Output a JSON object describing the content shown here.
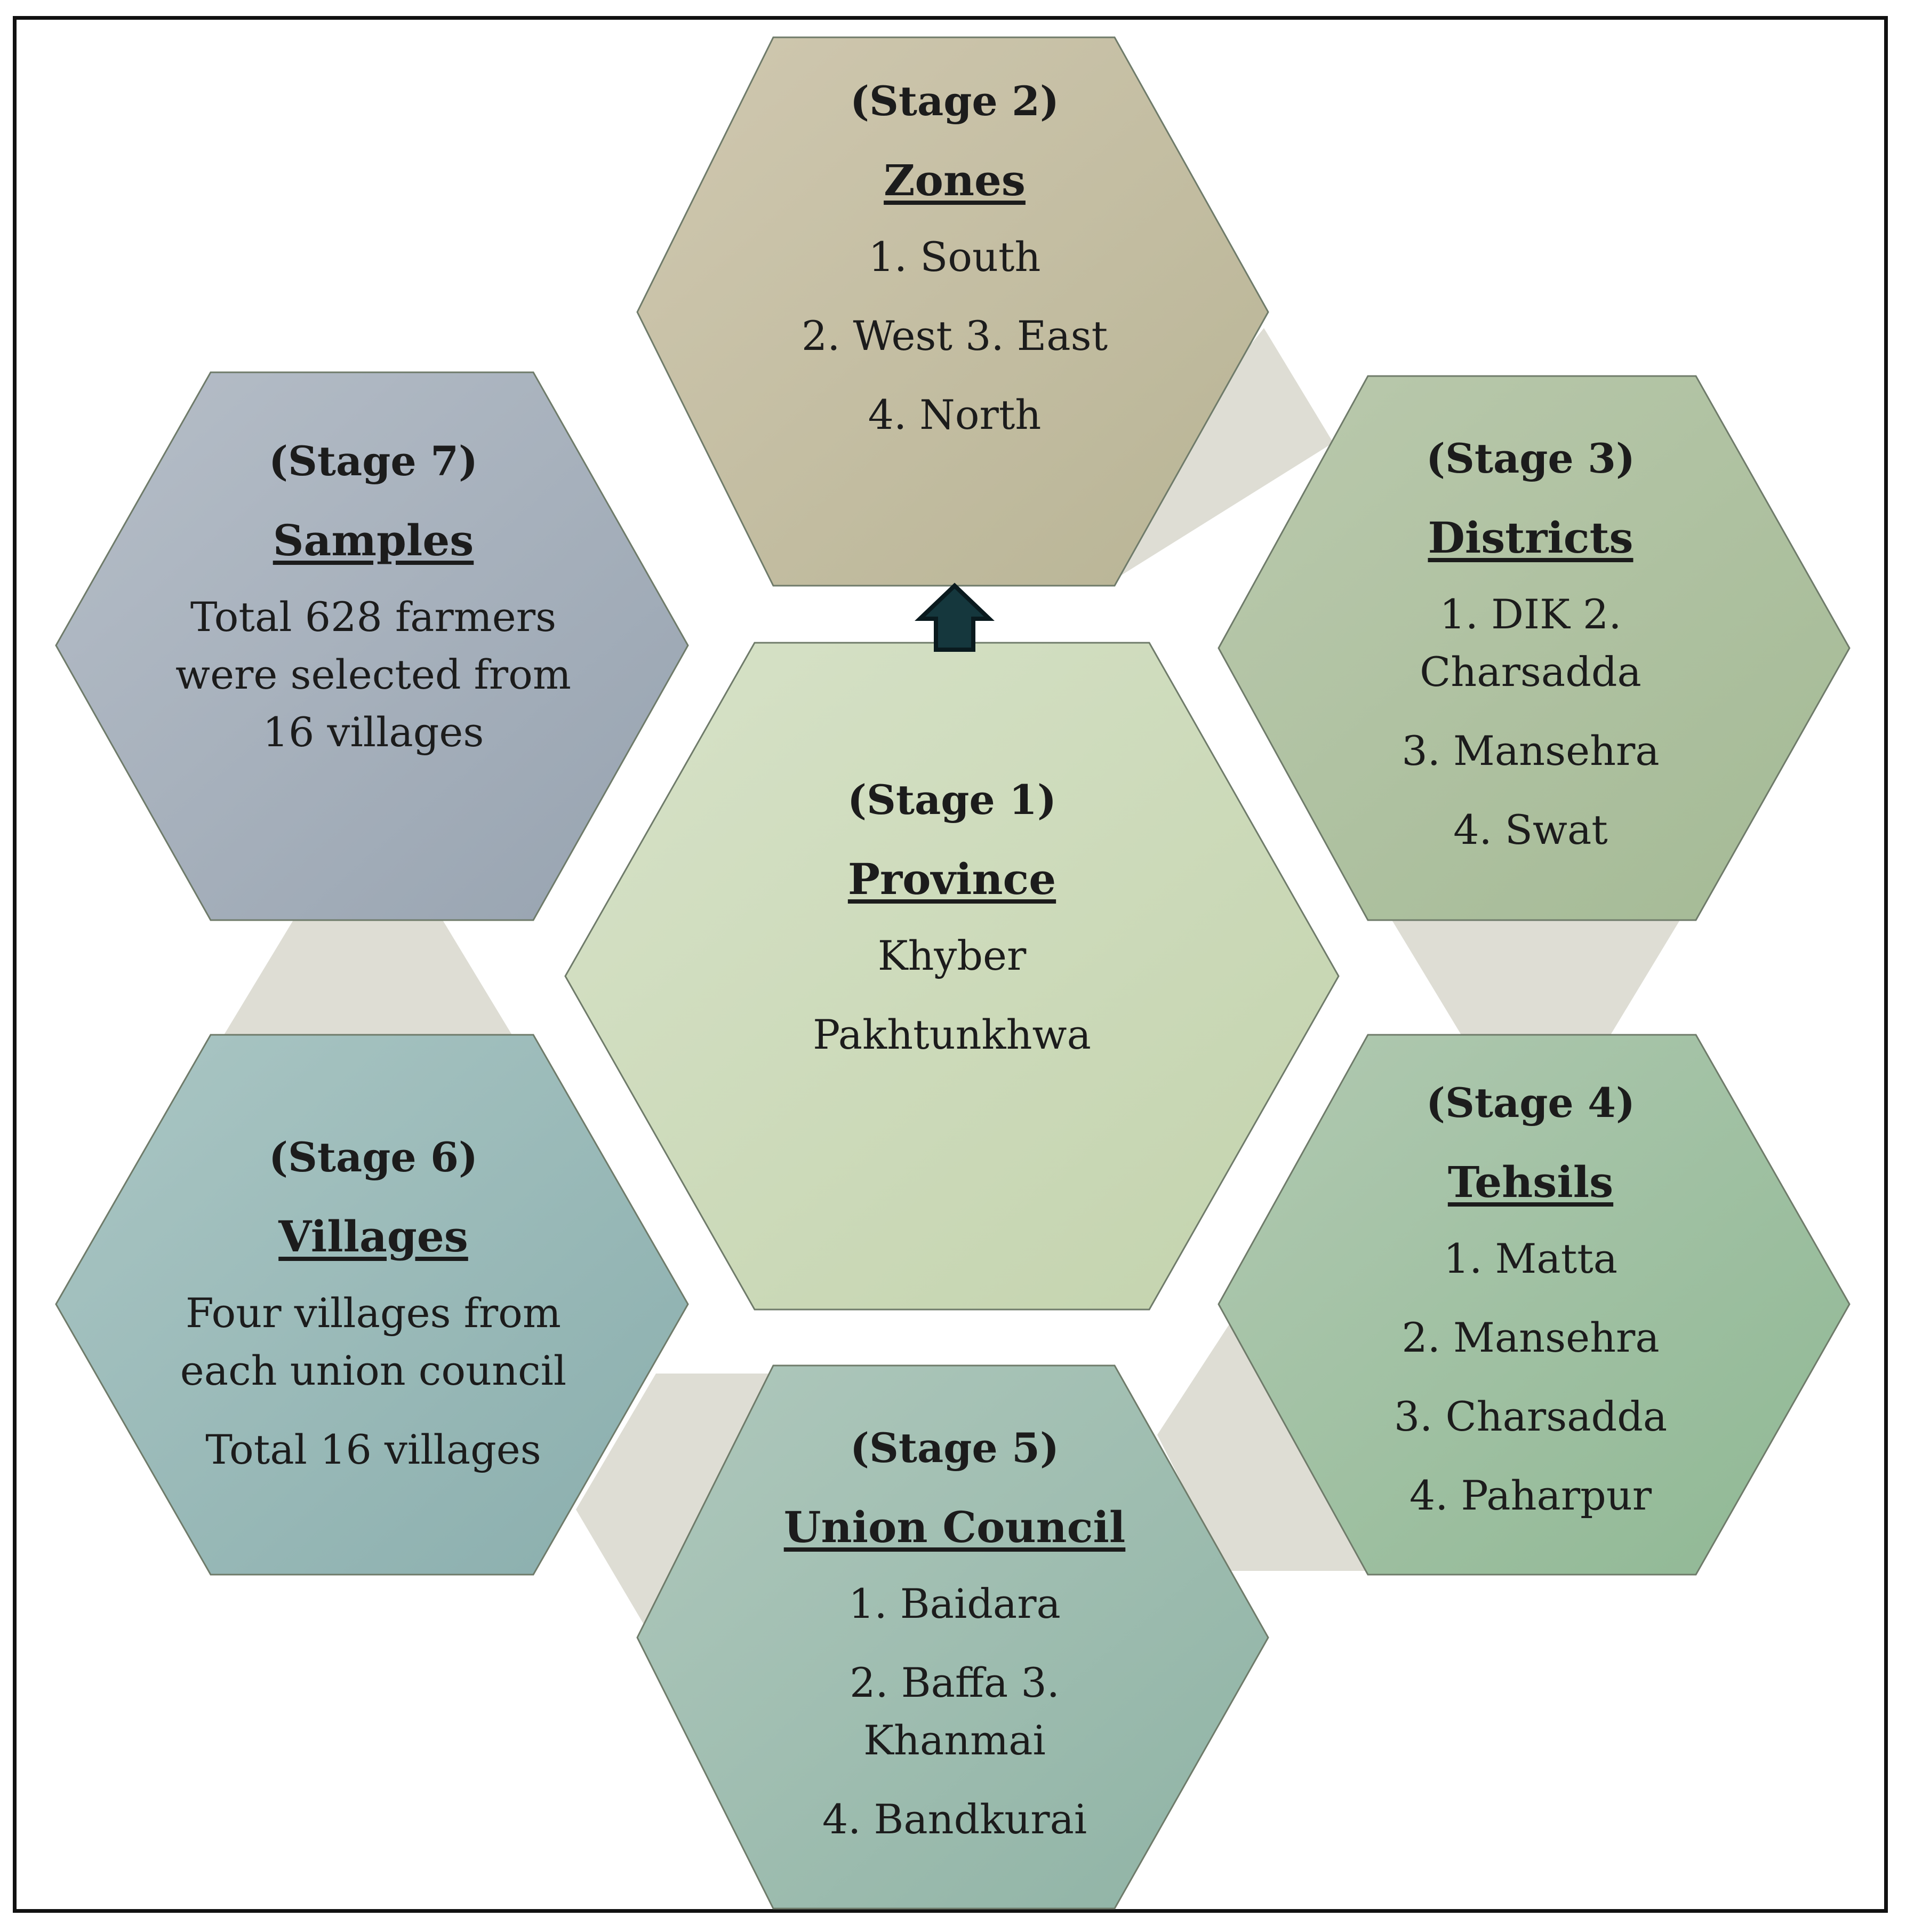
{
  "colors": {
    "connector": "#deddd4",
    "arrow": "#15373d",
    "border": "#111111",
    "text": "#1c1c1c"
  },
  "stages": [
    {
      "id": "stage-1",
      "stage_label": "(Stage 1)",
      "heading": "Province",
      "lines": [
        "Khyber",
        "Pakhtunkhwa"
      ],
      "fill_start": "#d7e2c8",
      "fill_end": "#c3d3ad"
    },
    {
      "id": "stage-2",
      "stage_label": "(Stage 2)",
      "heading": "Zones",
      "lines": [
        "1. South",
        "2. West 3. East",
        "4. North"
      ],
      "fill_start": "#d0c8b0",
      "fill_end": "#b8b495"
    },
    {
      "id": "stage-3",
      "stage_label": "(Stage 3)",
      "heading": "Districts",
      "lines": [
        "1. DIK 2.\nCharsadda",
        "3. Mansehra",
        "4. Swat"
      ],
      "fill_start": "#bac9ad",
      "fill_end": "#a4ba95"
    },
    {
      "id": "stage-4",
      "stage_label": "(Stage 4)",
      "heading": "Tehsils",
      "lines": [
        "1. Matta",
        "2. Mansehra",
        "3. Charsadda",
        "4. Paharpur"
      ],
      "fill_start": "#b1c9b1",
      "fill_end": "#8fb894"
    },
    {
      "id": "stage-5",
      "stage_label": "(Stage 5)",
      "heading": "Union Council",
      "lines": [
        "1. Baidara",
        "2. Baffa  3.\nKhanmai",
        "4. Bandkurai"
      ],
      "fill_start": "#afc8bc",
      "fill_end": "#8fb3a5"
    },
    {
      "id": "stage-6",
      "stage_label": "(Stage 6)",
      "heading": "Villages",
      "lines": [
        "Four villages from\neach union council",
        "Total 16 villages"
      ],
      "fill_start": "#aac6c4",
      "fill_end": "#8aaead"
    },
    {
      "id": "stage-7",
      "stage_label": "(Stage 7)",
      "heading": "Samples",
      "lines": [
        "Total 628 farmers\nwere selected from\n16 villages"
      ],
      "fill_start": "#b6bec8",
      "fill_end": "#97a3b0"
    }
  ]
}
